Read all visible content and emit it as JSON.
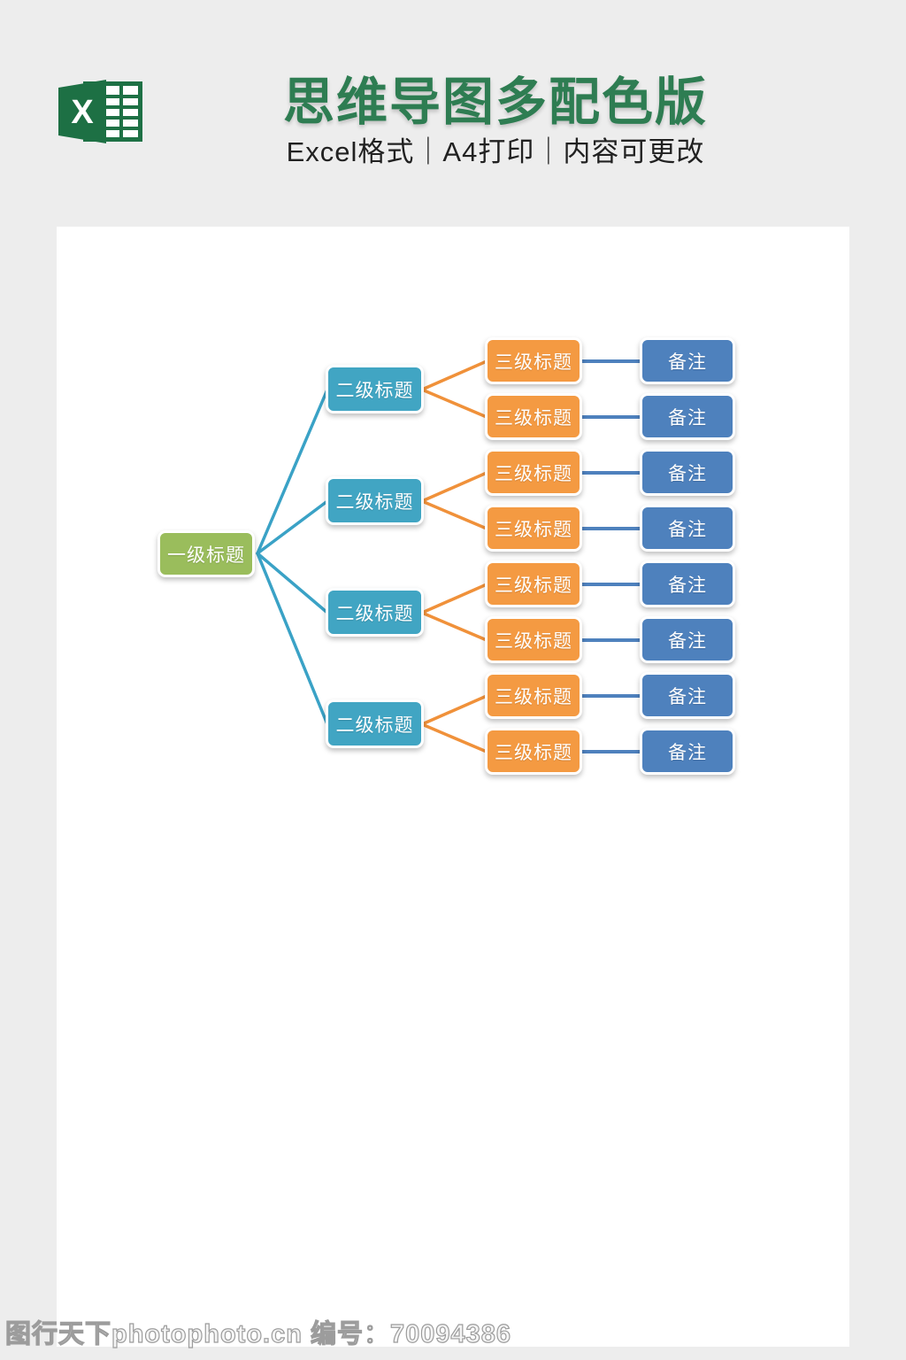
{
  "page": {
    "background": "#ededed",
    "canvas_background": "#ffffff"
  },
  "header": {
    "excel_letter": "X",
    "excel_green": "#1e7145",
    "title": "思维导图多配色版",
    "title_color": "#2e7d52",
    "subtitle": "Excel格式｜A4打印｜内容可更改"
  },
  "mindmap": {
    "level1": {
      "label": "一级标题",
      "color": "#9abd5c"
    },
    "level2": {
      "labels": [
        "二级标题",
        "二级标题",
        "二级标题",
        "二级标题"
      ],
      "color": "#41a5c3"
    },
    "level3": {
      "labels": [
        "三级标题",
        "三级标题",
        "三级标题",
        "三级标题",
        "三级标题",
        "三级标题",
        "三级标题",
        "三级标题"
      ],
      "color": "#f49a42"
    },
    "notes": {
      "labels": [
        "备注",
        "备注",
        "备注",
        "备注",
        "备注",
        "备注",
        "备注",
        "备注"
      ],
      "color": "#4e81bd"
    },
    "line_colors": {
      "level2": "#3aa2c6",
      "level3": "#f0913a",
      "note": "#4e81bd"
    }
  },
  "watermark": {
    "text": "图行天下photophoto.cn 编号：70094386"
  }
}
